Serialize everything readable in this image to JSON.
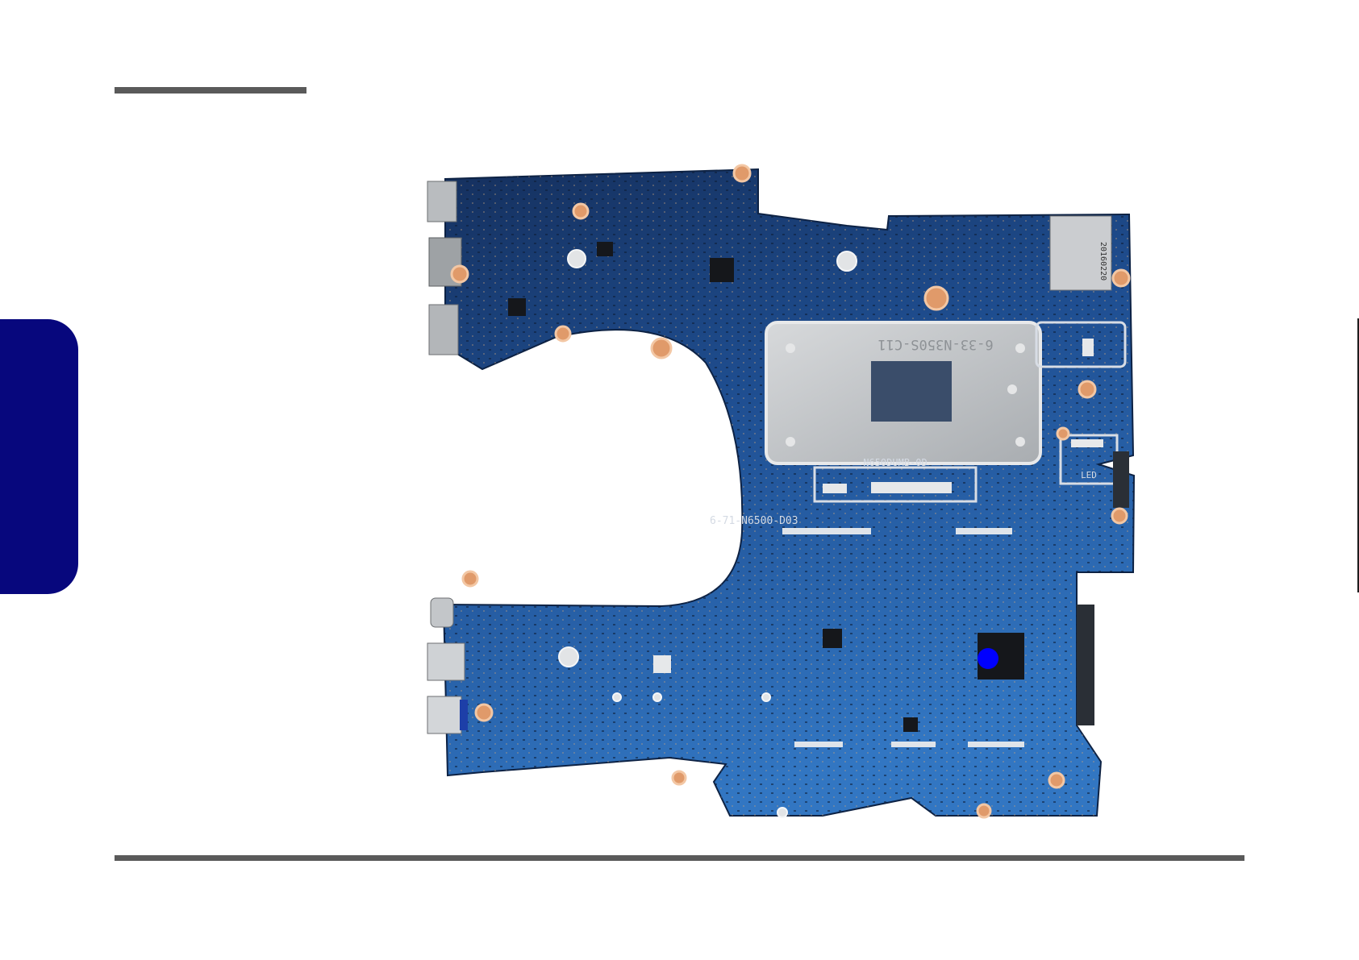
{
  "board": {
    "silk_top": "6-33-N350S-C11",
    "silk_model": "N650DUMB-0D",
    "silk_part": "6-71-N6500-D03",
    "silk_led": "LED",
    "silk_date": "20160220"
  },
  "colors": {
    "page_bg": "#ffffff",
    "rule": "#5a5a5a",
    "side_tab": "#07077d",
    "board_dark": "#163569",
    "board_light": "#2e6bb5",
    "heatsink": "#c7c9cb",
    "marker": "#0000ff"
  }
}
